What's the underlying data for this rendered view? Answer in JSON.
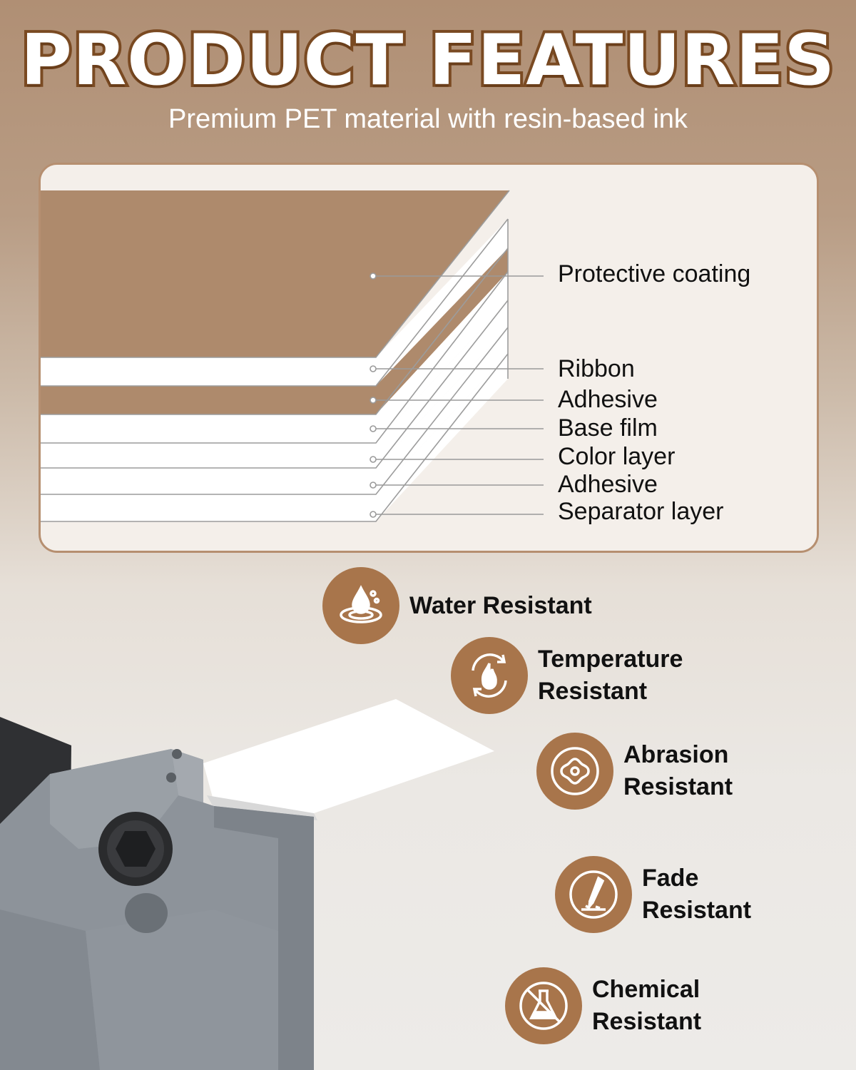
{
  "header": {
    "title": "PRODUCT FEATURES",
    "subtitle": "Premium PET material with resin-based ink"
  },
  "layers": [
    "Protective coating",
    "Ribbon",
    "Adhesive",
    "Base film",
    "Color layer",
    "Adhesive",
    "Separator layer"
  ],
  "features": [
    {
      "line1": "Water Resistant",
      "line2": "",
      "icon": "water-drop-icon"
    },
    {
      "line1": "Temperature",
      "line2": "Resistant",
      "icon": "flame-cycle-icon"
    },
    {
      "line1": "Abrasion",
      "line2": "Resistant",
      "icon": "abrasion-icon"
    },
    {
      "line1": "Fade",
      "line2": "Resistant",
      "icon": "fade-pen-icon"
    },
    {
      "line1": "Chemical",
      "line2": "Resistant",
      "icon": "chemical-flask-icon"
    }
  ],
  "colors": {
    "brand_brown": "#a8754b",
    "layer_brown": "#ae8a6c",
    "title_outline": "#7a4a22",
    "card_bg": "#f4efea"
  }
}
